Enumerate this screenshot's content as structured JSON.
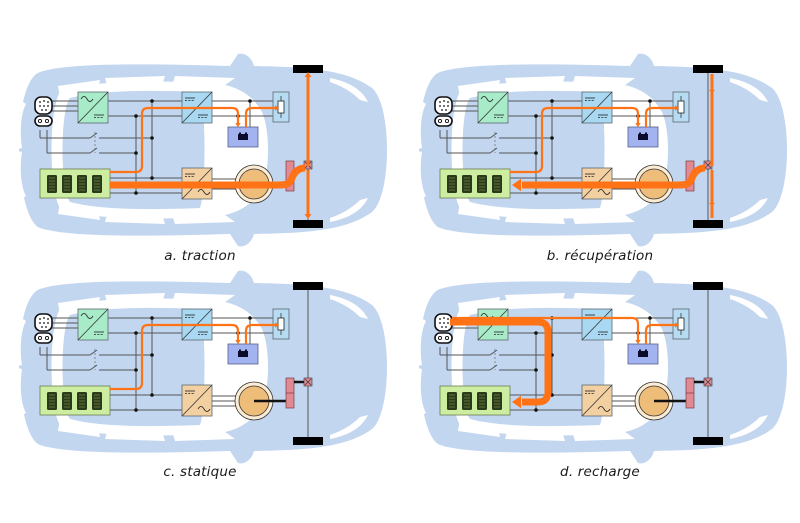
{
  "figure": {
    "colors": {
      "car_body": "#c3d6ef",
      "flow": "#ff7316",
      "wire": "#555555",
      "charger_converter": "#a8ebc8",
      "dcdc_converter": "#a9d8f2",
      "aux_battery": "#a3b3f0",
      "aux_load": "#b7dcf2",
      "hv_battery": "#cdeea0",
      "inverter": "#f3d0a2",
      "motor": "#efbd7a",
      "gearbox": "#e08a94",
      "wheel": "#000000"
    },
    "components": [
      {
        "id": "charge-socket",
        "label": "Charging socket"
      },
      {
        "id": "onboard-charger",
        "label": "AC/DC charger",
        "symbol": "~ / ="
      },
      {
        "id": "dcdc-converter",
        "label": "DC/DC converter",
        "symbol": "= / ="
      },
      {
        "id": "aux-battery",
        "label": "12 V battery",
        "symbol": "+ -"
      },
      {
        "id": "aux-load",
        "label": "Auxiliary load"
      },
      {
        "id": "hv-battery",
        "label": "Traction battery"
      },
      {
        "id": "inverter",
        "label": "Inverter",
        "symbol": "= / ~"
      },
      {
        "id": "motor",
        "label": "Electric motor"
      },
      {
        "id": "gearbox",
        "label": "Reduction gear"
      },
      {
        "id": "differential",
        "label": "Differential"
      },
      {
        "id": "wheels",
        "label": "Front wheels"
      }
    ],
    "panels": [
      {
        "id": "a",
        "caption": "a. traction",
        "flows": {
          "main": "battery-to-wheels",
          "aux": "battery-to-aux",
          "charging": false,
          "shaft": false
        }
      },
      {
        "id": "b",
        "caption": "b. récupération",
        "flows": {
          "main": "wheels-to-battery",
          "aux": "battery-to-aux",
          "charging": false,
          "shaft": false
        }
      },
      {
        "id": "c",
        "caption": "c. statique",
        "flows": {
          "main": "none",
          "aux": "battery-to-aux",
          "charging": false,
          "shaft": true
        }
      },
      {
        "id": "d",
        "caption": "d. recharge",
        "flows": {
          "main": "charger-to-battery",
          "aux": "charger-to-aux",
          "charging": true,
          "shaft": true
        }
      }
    ]
  }
}
